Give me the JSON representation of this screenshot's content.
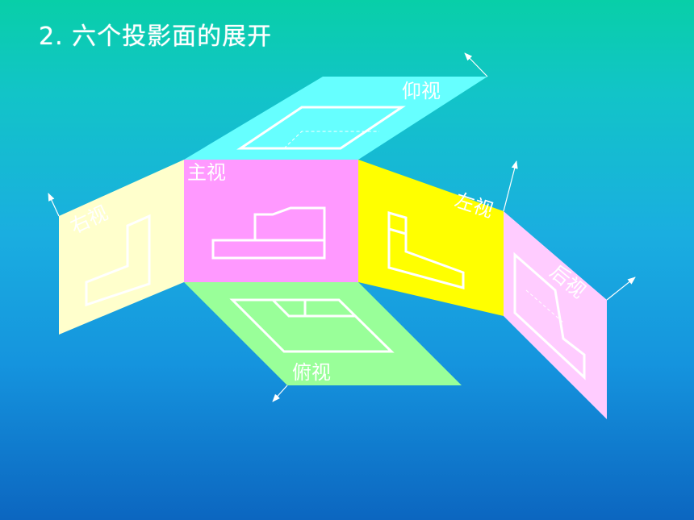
{
  "slide": {
    "title": "2. 六个投影面的展开"
  },
  "views": {
    "bottom": "仰视",
    "front": "主视",
    "right": "右视",
    "left": "左视",
    "back": "后视",
    "top": "俯视"
  },
  "colors": {
    "bottom_plane": "#66ffff",
    "front_plane": "#ff99ff",
    "right_plane": "#ffffcc",
    "left_plane": "#ffff00",
    "back_plane": "#ffccff",
    "top_plane": "#99ff99"
  }
}
